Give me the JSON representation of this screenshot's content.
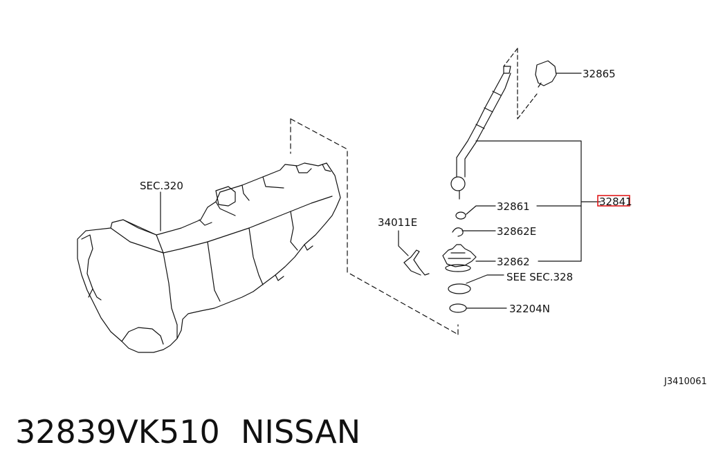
{
  "diagram": {
    "ref_code": "J3410061",
    "labels": {
      "sec320": "SEC.320",
      "p34011E": "34011E",
      "p32865": "32865",
      "p32841": "32841",
      "p32861": "32861",
      "p32862E": "32862E",
      "p32862": "32862",
      "see_sec328": "SEE SEC.328",
      "p32204N": "32204N"
    },
    "highlight_color": "#e0191b"
  },
  "footer": {
    "part_number": "32839VK510",
    "brand": "NISSAN"
  }
}
